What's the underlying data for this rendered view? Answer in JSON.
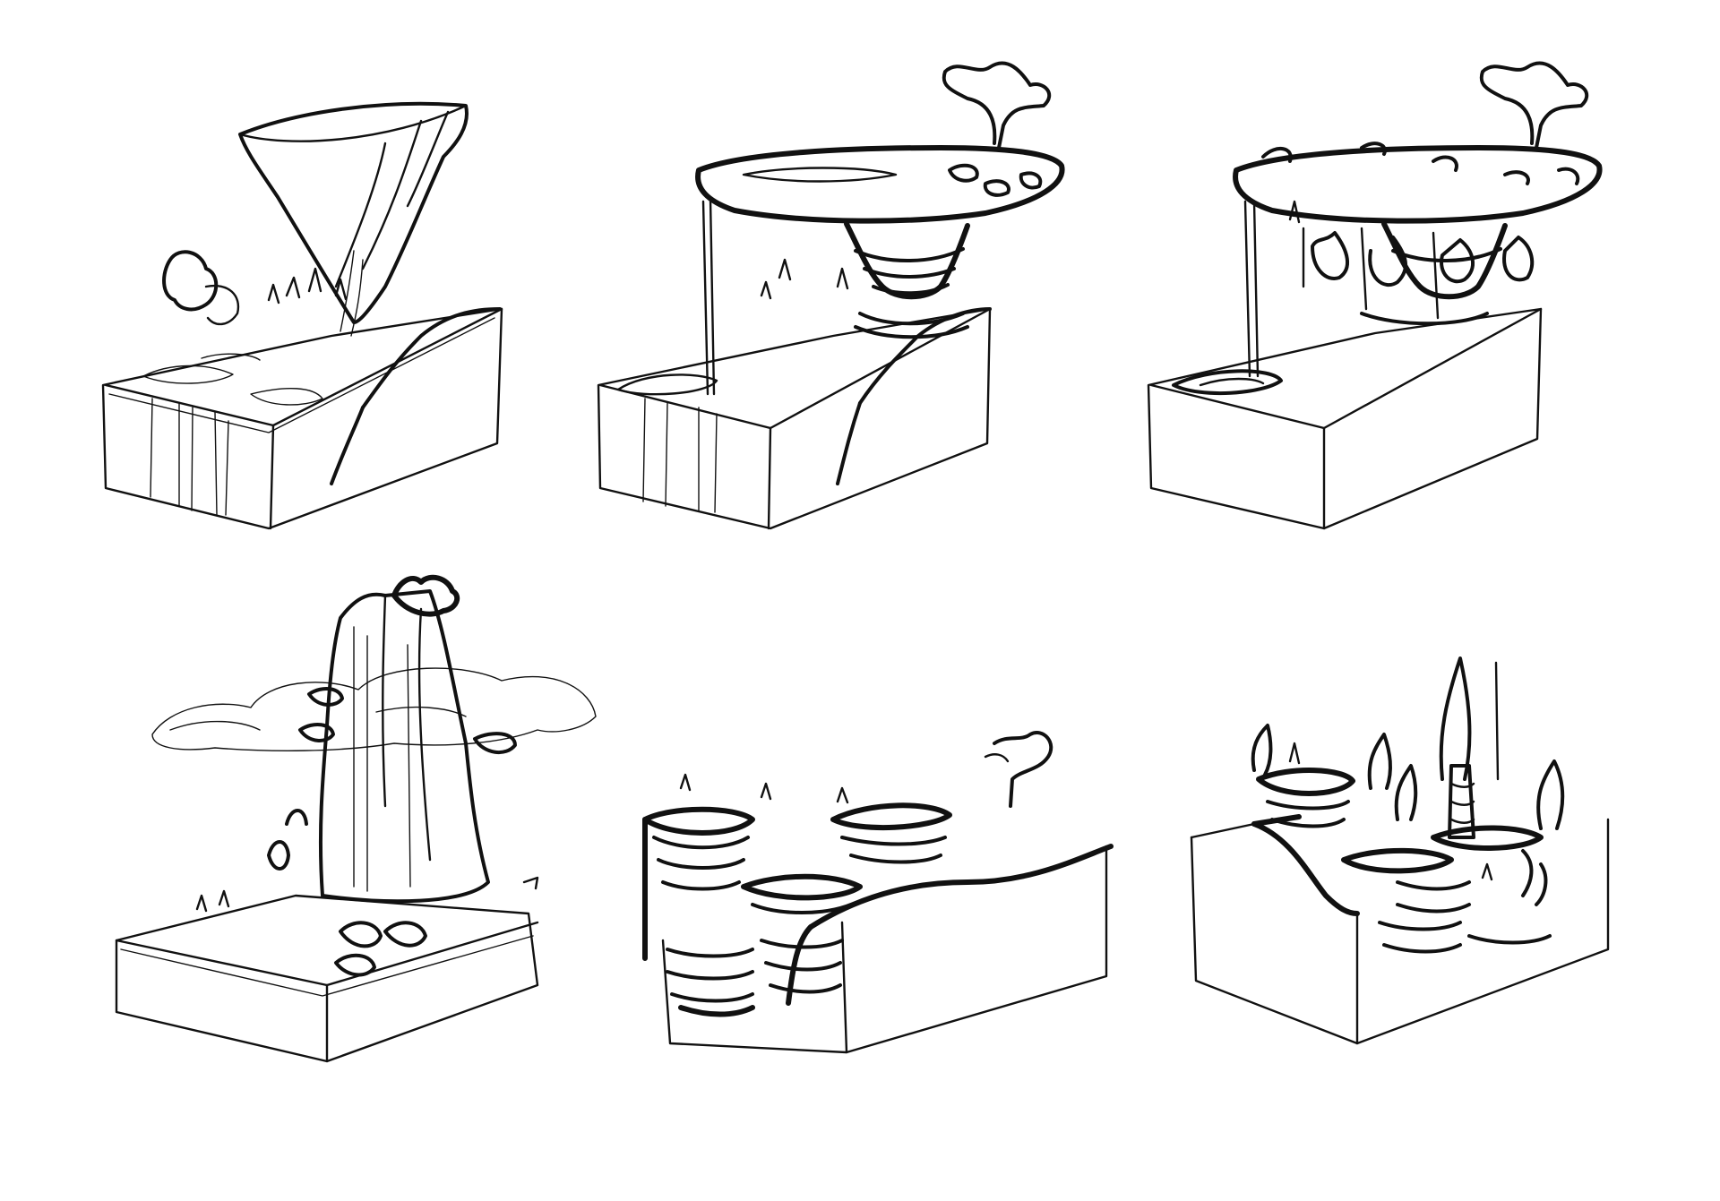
{
  "sheet": {
    "background": "#ffffff",
    "ink_color": "#111111",
    "sketches": [
      {
        "id": 1,
        "subject": "diorama-floating-rock-waterfall"
      },
      {
        "id": 2,
        "subject": "diorama-floating-pond-platform"
      },
      {
        "id": 3,
        "subject": "diorama-floating-pond-with-leaf-plants"
      },
      {
        "id": 4,
        "subject": "diorama-rock-pillar-waterfall-with-mist"
      },
      {
        "id": 5,
        "subject": "diorama-terraced-rock-steps"
      },
      {
        "id": 6,
        "subject": "diorama-cliff-pools-with-flame-plants"
      }
    ]
  }
}
